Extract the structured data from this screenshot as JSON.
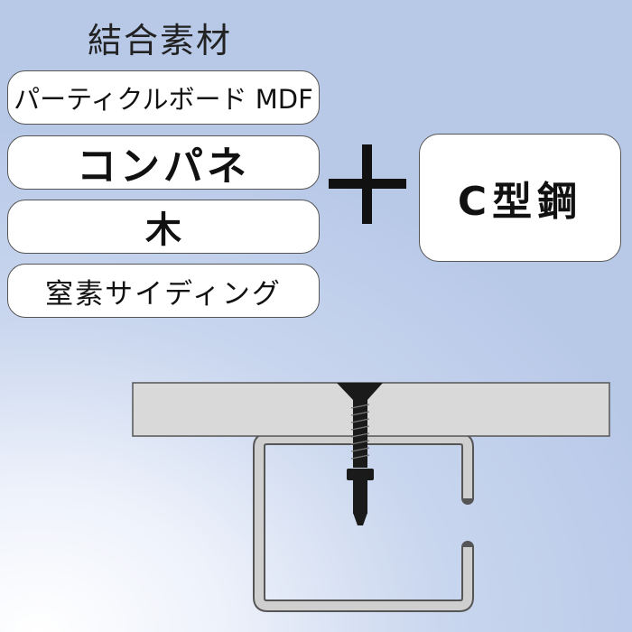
{
  "header": {
    "title": "結合素材"
  },
  "materials": [
    {
      "label": "パーティクルボード MDF"
    },
    {
      "label": "コンパネ"
    },
    {
      "label": "木"
    },
    {
      "label": "窒素サイディング"
    }
  ],
  "operator": {
    "icon": "plus-icon"
  },
  "target": {
    "label": "C型鋼"
  },
  "illustration": {
    "board_color": "#d9d9d9",
    "channel_color": "#cfcfcf",
    "screw_color": "#1a1a1a"
  }
}
